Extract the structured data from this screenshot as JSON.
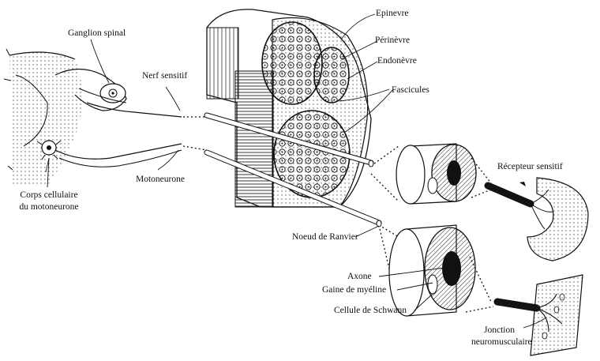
{
  "labels": {
    "ganglion_spinal": "Ganglion spinal",
    "nerf_sensitif": "Nerf sensitif",
    "motoneurone": "Motoneurone",
    "corps_cellulaire_line1": "Corps cellulaire",
    "corps_cellulaire_line2": "du motoneurone",
    "epinevre": "Epinevre",
    "perinevre": "Périnèvre",
    "endonevre": "Endonèvre",
    "fascicules": "Fascicules",
    "recepteur_sensitif": "Récepteur sensitif",
    "noeud_de_ranvier": "Noeud de Ranvier",
    "axone": "Axone",
    "gaine_de_myeline": "Gaine de myéline",
    "cellule_de_schwann": "Cellule de Schwann",
    "jonction_line1": "Jonction",
    "jonction_line2": "neuromusculaire"
  },
  "colors": {
    "ink": "#111111",
    "background": "#ffffff"
  }
}
